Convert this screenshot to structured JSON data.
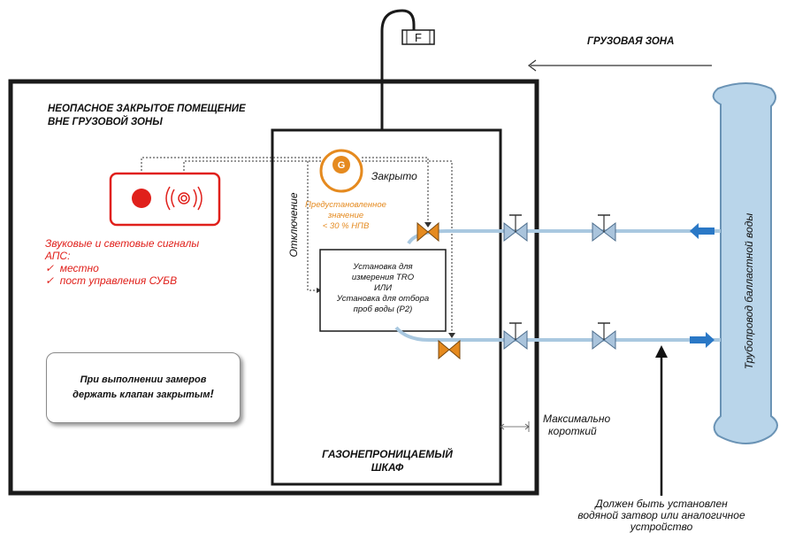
{
  "labels": {
    "cargo_zone": "ГРУЗОВАЯ ЗОНА",
    "room_title_1": "НЕОПАСНОЕ ЗАКРЫТОЕ ПОМЕЩЕНИЕ",
    "room_title_2": "ВНЕ ГРУЗОВОЙ ЗОНЫ",
    "closed": "Закрыто",
    "preset_1": "Предустановленное",
    "preset_2": "значение",
    "preset_3": "< 30 %  НПВ",
    "shutdown": "Отключение",
    "alarm_1": "Звуковые и световые сигналы",
    "alarm_2": "АПС:",
    "alarm_item_1": "местно",
    "alarm_item_2": "пост управления СУБВ",
    "checkmark": "✓",
    "unit_1": "Установка для",
    "unit_2": "измерения TRO",
    "unit_3": "ИЛИ",
    "unit_4": "Установка для отбора",
    "unit_5": "проб воды (P2)",
    "note": "При выполнении замеров держать клапан закрытым",
    "note_excl": "!",
    "max_short_1": "Максимально",
    "max_short_2": "короткий",
    "cabinet_1": "ГАЗОНЕПРОНИЦАЕМЫЙ",
    "cabinet_2": "ШКАФ",
    "ballast_pipe": "Трубопровод балластной воды",
    "must_1": "Должен быть установлен",
    "must_2": "водяной затвор или аналогичное",
    "must_3": "устройство",
    "filter": "F",
    "gas_detector": "G"
  },
  "colors": {
    "alarm_red": "#e0201b",
    "detector_orange": "#e58a1f",
    "pipe_blue": "#a9c8e0",
    "valve_open": "#aac4dc",
    "valve_closed": "#e58a1f",
    "arrow_blue": "#2a78c6"
  },
  "icons": {
    "alarm_lamp": "red-lamp-icon",
    "alarm_horn": "sound-waves-icon",
    "filter": "filter-icon",
    "gas_detector": "gas-detector-icon"
  }
}
